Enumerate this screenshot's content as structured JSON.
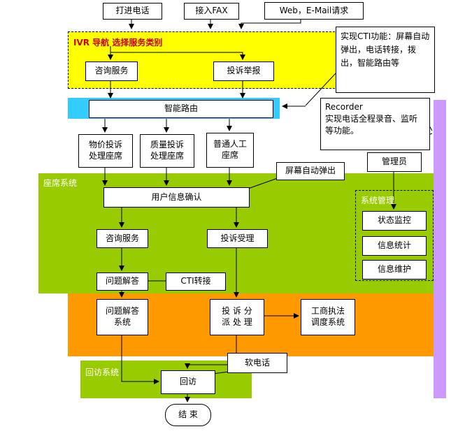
{
  "colors": {
    "ivr_yellow": "#ffff00",
    "routing_blue": "#33ccff",
    "agent_green": "#99cc00",
    "dispatch_orange": "#ff9900",
    "recorder_purple": "#cc99ff",
    "title_red": "#cc0000"
  },
  "nodes": {
    "incoming_call": "打进电话",
    "fax": "接入FAX",
    "web_email": "Web，E-Mail请求",
    "ivr_title": "IVR 导航 选择服务类别",
    "consult_service": "咨询服务",
    "complaint_report": "投诉举报",
    "cti_note": "实现CTI功能：屏幕自动弹出，电话转接，拨出，智能路由等",
    "smart_routing": "智能路由",
    "recorder_note": "Recorder\n实现电话全程录音、监听等功能。",
    "price_agent": "物价投诉\n处理座席",
    "quality_agent": "质量投诉\n处理座席",
    "normal_agent": "普通人工\n座席",
    "screen_popup": "屏幕自动弹出",
    "admin": "管理员",
    "agent_system_label": "座席系统",
    "user_info_confirm": "用户信息确认",
    "consult_service2": "咨询服务",
    "complaint_accept": "投诉受理",
    "qa": "问题解答",
    "cti_transfer": "CTI转接",
    "system_mgmt_label": "系统管理",
    "status_monitor": "状态监控",
    "info_stats": "信息统计",
    "info_maint": "信息维护",
    "qa_system": "问题解答\n系统",
    "complaint_dispatch": "投 诉 分\n派 处 理",
    "law_dispatch": "工商执法\n调度系统",
    "callback_label": "回访系统",
    "callback": "回访",
    "softphone": "软电话",
    "end": "结 束"
  }
}
